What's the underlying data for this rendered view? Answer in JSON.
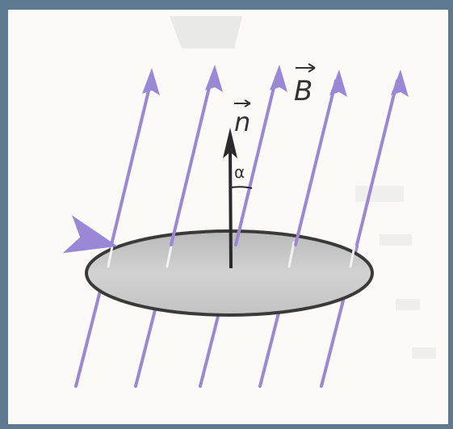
{
  "diagram": {
    "field_label": "B",
    "normal_label": "n",
    "angle_label": "α",
    "colors": {
      "field_lines": "#9a88d6",
      "disk_fill": "#c9c9c9",
      "disk_stroke": "#3a3a3a",
      "normal_vector": "#2a2a2a",
      "background": "#5e7a90",
      "paper": "#fbfaf7"
    }
  }
}
